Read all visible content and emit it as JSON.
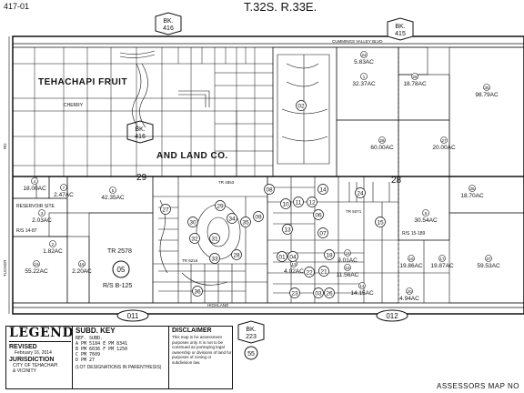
{
  "header": {
    "page_ref": "417-01",
    "township_range": "T.32S. R.33E.",
    "corner_ref": "417-01"
  },
  "book_refs": {
    "top_left": {
      "line1": "BK.",
      "line2": "416"
    },
    "top_right": {
      "line1": "BK.",
      "line2": "415"
    },
    "mid_left": {
      "line1": "BK.",
      "line2": "416"
    },
    "bottom": {
      "line1": "BK.",
      "line2": "223"
    }
  },
  "map_labels": {
    "tehachapi_fruit": "TEHACHAPI FRUIT",
    "and_land_co": "AND LAND CO.",
    "cummings_valley": "CUMMINGS VALLEY BLVD",
    "cherry": "CHERRY",
    "highland": "HIGHLAND",
    "reservoir_site": "RESERVOIR SITE",
    "tr_2578": "TR 2578",
    "rs_b125": "R/S B-125",
    "rs_14_87": "R/S 14-87",
    "rs_15_189": "R/S 15-189",
    "tucker": "TUCKER",
    "road_rd": "RD",
    "section_29": "29",
    "section_28": "28",
    "section_29_small": "29",
    "tract_4853": "TR 4853",
    "tract_5071": "TR 5071",
    "tract_6216": "TR 6216"
  },
  "parcels": [
    {
      "num": "24",
      "acres": "5.83AC"
    },
    {
      "num": "25",
      "acres": "18.78AC"
    },
    {
      "num": "1",
      "acres": "32.37AC"
    },
    {
      "num": "35",
      "acres": "98.79AC"
    },
    {
      "num": "28",
      "acres": "60.00AC"
    },
    {
      "num": "27",
      "acres": "20.00AC"
    },
    {
      "num": "36",
      "acres": "18.70AC"
    },
    {
      "num": "37",
      "acres": "59.53AC"
    },
    {
      "num": "4",
      "acres": "18.00AC"
    },
    {
      "num": "7",
      "acres": "2.47AC"
    },
    {
      "num": "5",
      "acres": "42.35AC"
    },
    {
      "num": "3",
      "acres": "2.03AC"
    },
    {
      "num": "2",
      "acres": "1.82AC"
    },
    {
      "num": "15",
      "acres": "55.22AC"
    },
    {
      "num": "16",
      "acres": "2.20AC"
    },
    {
      "num": "05",
      "acres": ""
    },
    {
      "num": "5",
      "acres": "30.54AC"
    },
    {
      "num": "18",
      "acres": "9.01AC"
    },
    {
      "num": "19",
      "acres": "19.86AC"
    },
    {
      "num": "17",
      "acres": "19.87AC"
    },
    {
      "num": "16",
      "acres": "11.56AC"
    },
    {
      "num": "14",
      "acres": "14.15AC"
    },
    {
      "num": "20",
      "acres": "4.94AC"
    },
    {
      "num": "13",
      "acres": "4.02AC"
    }
  ],
  "block_numbers": [
    "02",
    "10",
    "11",
    "12",
    "13",
    "14",
    "15",
    "24",
    "27",
    "29",
    "30",
    "31",
    "33",
    "34",
    "35",
    "36",
    "22",
    "23",
    "06",
    "07",
    "08",
    "09",
    "18",
    "21",
    "01",
    "04",
    "03",
    "32",
    "26",
    "28"
  ],
  "road_numbers": {
    "left": "011",
    "right": "012"
  },
  "bottom_bk_num": "55",
  "legend": {
    "title": "LEGEND",
    "revised_label": "REVISED",
    "revised_date": "February 16, 2014",
    "jurisdiction_label": "JURISDICTION",
    "jurisdiction_value_1": "CITY OF TEHACHAPI",
    "jurisdiction_value_2": "& VICINITY",
    "subd_key_title": "SUBD. KEY",
    "subd_key_rows": [
      "A  PM 5184    E  PM 8341",
      "B  PM 6036    F  PM 1250",
      "C  PM 7609",
      "D  PM 27"
    ],
    "subd_key_header": "REF.  SUBD.",
    "lot_note": "(LOT DESIGNATIONS IN PARENTHESIS)",
    "disclaimer_title": "DISCLAIMER",
    "disclaimer_text": "This map is for assessment purposes only. It is not to be construed as portraying legal ownership or divisions of land for purposes of zoning or subdivision law."
  },
  "footer": {
    "text": "ASSESSORS MAP NO"
  }
}
